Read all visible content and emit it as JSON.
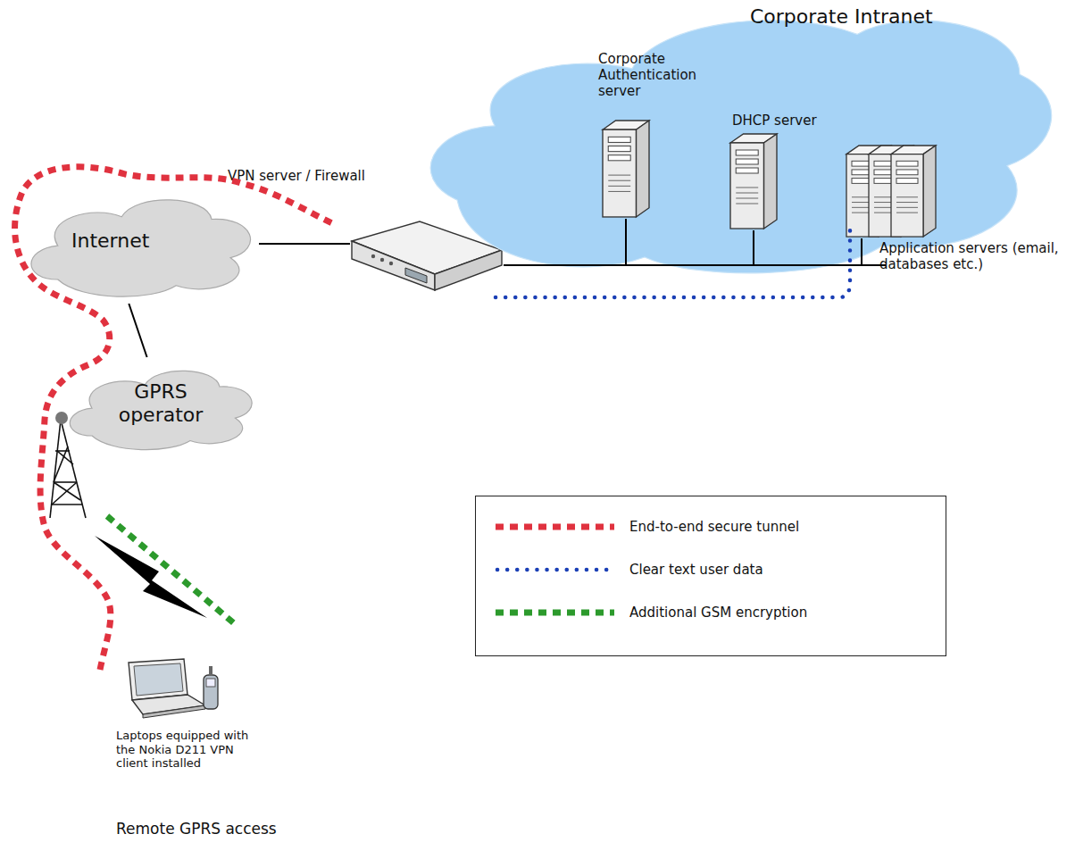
{
  "diagram": {
    "nodes": [
      {
        "text": [
          "Internet"
        ]
      },
      {
        "text": [
          "GPRS operator"
        ]
      },
      {
        "text": [
          "VPN server / Firewall"
        ]
      },
      {
        "text": [
          "Corporate Intranet"
        ]
      },
      {
        "text": [
          "Corporate Authentication server"
        ],
        "in": 3
      },
      {
        "text": [
          "DHCP server"
        ],
        "in": 3
      },
      {
        "text": [
          "Application servers (email, databases etc.)"
        ],
        "in": 3
      },
      {
        "text": [
          "Laptops equipped with the Nokia D211 VPN client installed"
        ]
      }
    ],
    "edges": [
      {
        "from": 1,
        "to": 0,
        "arrow": "none"
      },
      {
        "from": 0,
        "to": 2,
        "arrow": "none"
      },
      {
        "from": 2,
        "to": 4,
        "arrow": "none"
      },
      {
        "from": 2,
        "to": 5,
        "arrow": "none"
      },
      {
        "from": 2,
        "to": 6,
        "arrow": "none"
      }
    ],
    "labels": [
      "Remote GPRS access"
    ],
    "legend": [
      {
        "text": "End-to-end secure tunnel"
      },
      {
        "text": "Clear text user data"
      },
      {
        "text": "Additional GSM encryption"
      }
    ]
  }
}
